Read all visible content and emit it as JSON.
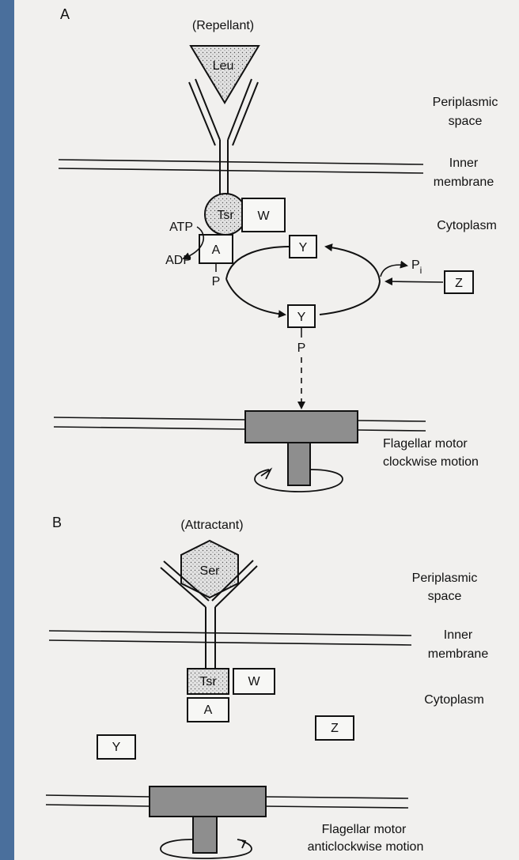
{
  "panel_a": {
    "panel_label": "A",
    "ligand_type": "(Repellant)",
    "ligand": "Leu",
    "receptor": "Tsr",
    "protein_w": "W",
    "protein_a": "A",
    "protein_y_top": "Y",
    "protein_y_bottom": "Y",
    "protein_z": "Z",
    "atp": "ATP",
    "adp": "ADP",
    "phosphate_a": "P",
    "phosphate_y": "P",
    "pi_main": "P",
    "pi_sub": "i",
    "region_periplasm_1": "Periplasmic",
    "region_periplasm_2": "space",
    "region_membrane_1": "Inner",
    "region_membrane_2": "membrane",
    "region_cytoplasm": "Cytoplasm",
    "motor_label_1": "Flagellar motor",
    "motor_label_2": "clockwise motion"
  },
  "panel_b": {
    "panel_label": "B",
    "ligand_type": "(Attractant)",
    "ligand": "Ser",
    "receptor": "Tsr",
    "protein_w": "W",
    "protein_a": "A",
    "protein_y": "Y",
    "protein_z": "Z",
    "region_periplasm_1": "Periplasmic",
    "region_periplasm_2": "space",
    "region_membrane_1": "Inner",
    "region_membrane_2": "membrane",
    "region_cytoplasm": "Cytoplasm",
    "motor_label_1": "Flagellar motor",
    "motor_label_2": "anticlockwise motion"
  },
  "colors": {
    "background": "#4a6f9c",
    "paper": "#f1f0ee",
    "ink": "#111111",
    "motor_fill": "#8e8e8e",
    "ligand_fill": "#dcdcdc"
  }
}
